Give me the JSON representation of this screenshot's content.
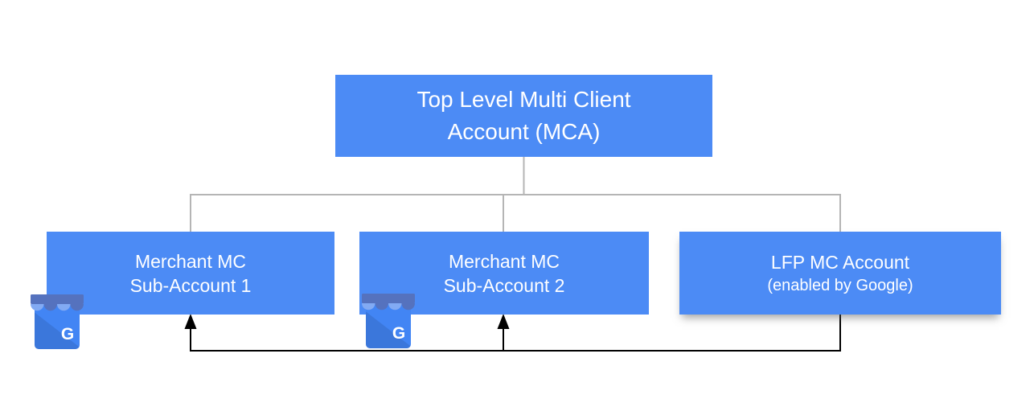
{
  "diagram": {
    "type": "account-hierarchy",
    "nodes": {
      "root": {
        "line1": "Top Level Multi Client",
        "line2": "Account (MCA)"
      },
      "sub1": {
        "line1": "Merchant MC",
        "line2": "Sub-Account 1"
      },
      "sub2": {
        "line1": "Merchant MC",
        "line2": "Sub-Account 2"
      },
      "lfp": {
        "line1": "LFP MC Account",
        "line2": "(enabled by Google)"
      }
    },
    "edges": [
      {
        "from": "root",
        "to": "sub1",
        "style": "tree-line"
      },
      {
        "from": "root",
        "to": "sub2",
        "style": "tree-line"
      },
      {
        "from": "root",
        "to": "lfp",
        "style": "tree-line"
      },
      {
        "from": "lfp",
        "to": "sub1",
        "style": "black-arrow"
      },
      {
        "from": "lfp",
        "to": "sub2",
        "style": "black-arrow"
      }
    ],
    "icons": {
      "gmb": {
        "name": "google-my-business-storefront",
        "letter": "G"
      }
    },
    "colors": {
      "node_fill": "#4C8BF5",
      "node_text": "#FFFFFF",
      "tree_line": "#B5B5B5",
      "arrow_line": "#000000",
      "gmb_body": "#4285F4",
      "gmb_body_shade": "#3A74DB",
      "gmb_awning_dark": "#5572BE",
      "gmb_awning_light": "#82AAF3"
    }
  }
}
